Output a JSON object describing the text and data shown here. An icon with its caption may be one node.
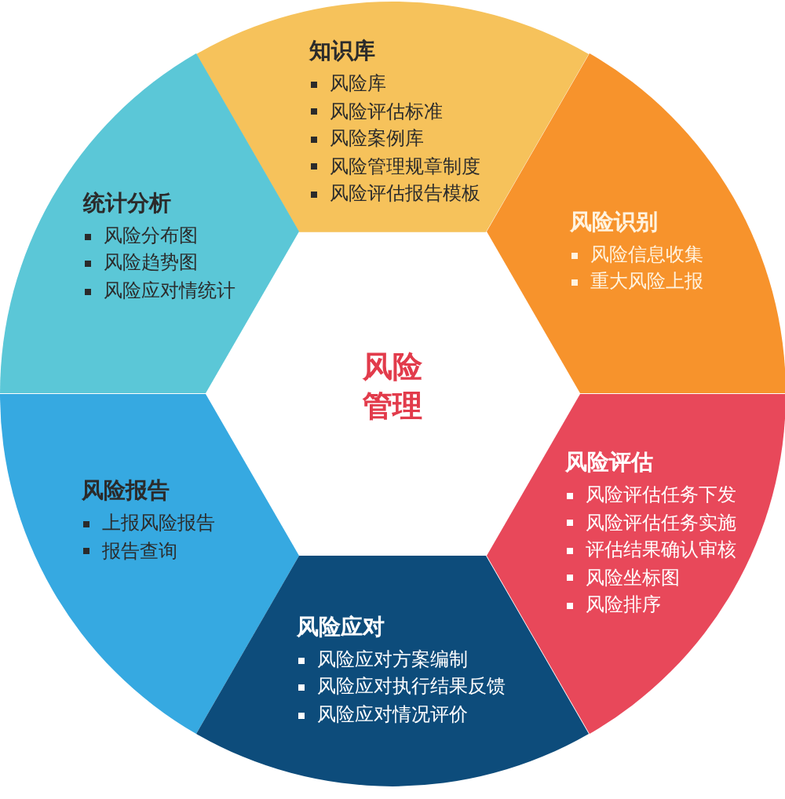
{
  "diagram": {
    "nodes": [
      {
        "text": [
          "知识库",
          "风险库",
          "风险评估标准",
          "风险案例库",
          "风险管理规章制度",
          "风险评估报告模板"
        ]
      },
      {
        "text": [
          "统计分析",
          "风险分布图",
          "风险趋势图",
          "风险应对情统计"
        ]
      },
      {
        "text": [
          "风险识别",
          "风险信息收集",
          "重大风险上报"
        ]
      },
      {
        "text": [
          "风险管理"
        ]
      },
      {
        "text": [
          "风险评估",
          "风险评估任务下发",
          "风险评估任务实施",
          "评估结果确认审核",
          "风险坐标图",
          "风险排序"
        ]
      },
      {
        "text": [
          "风险报告",
          "上报风险报告",
          "报告查询"
        ]
      },
      {
        "text": [
          "风险应对",
          "风险应对方案编制",
          "风险应对执行结果反馈",
          "风险应对情况评价"
        ]
      }
    ]
  }
}
